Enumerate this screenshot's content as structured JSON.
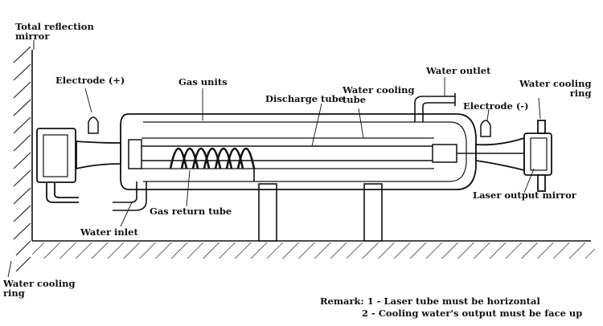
{
  "labels": {
    "total_reflection_mirror": {
      "line1": "Total reflection",
      "line2": "mirror"
    },
    "electrode_plus": "Electrode (+)",
    "gas_units": "Gas units",
    "discharge_tube": "Discharge tube",
    "water_cooling_tube": {
      "line1": "Water cooling",
      "line2": "tube"
    },
    "water_outlet": "Water outlet",
    "water_cooling_ring_right": {
      "line1": "Water cooling",
      "line2": "ring"
    },
    "electrode_minus": "Electrode (-)",
    "laser_output_mirror": "Laser output mirror",
    "gas_return_tube": "Gas return tube",
    "water_inlet": "Water inlet",
    "water_cooling_ring_left": {
      "line1": "Water cooling",
      "line2": "ring"
    }
  },
  "remark": {
    "line1": "Remark: 1 - Laser tube must be horizontal",
    "line2": "2 - Cooling water's output must be face up"
  }
}
